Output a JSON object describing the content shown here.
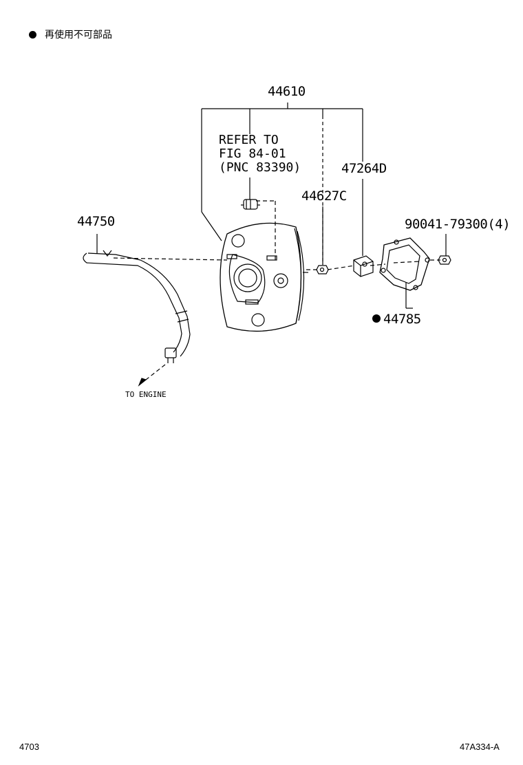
{
  "legend": {
    "text": "再使用不可部品"
  },
  "parts": {
    "p44610": "44610",
    "refer_line1": "REFER TO",
    "refer_line2": "FIG 84-01",
    "refer_line3": "(PNC 83390)",
    "p47264D": "47264D",
    "p44627C": "44627C",
    "p44750": "44750",
    "p90041": "90041-79300(4)",
    "p44785": "44785",
    "to_engine": "TO ENGINE"
  },
  "footer": {
    "left": "4703",
    "right": "47A334-A"
  }
}
